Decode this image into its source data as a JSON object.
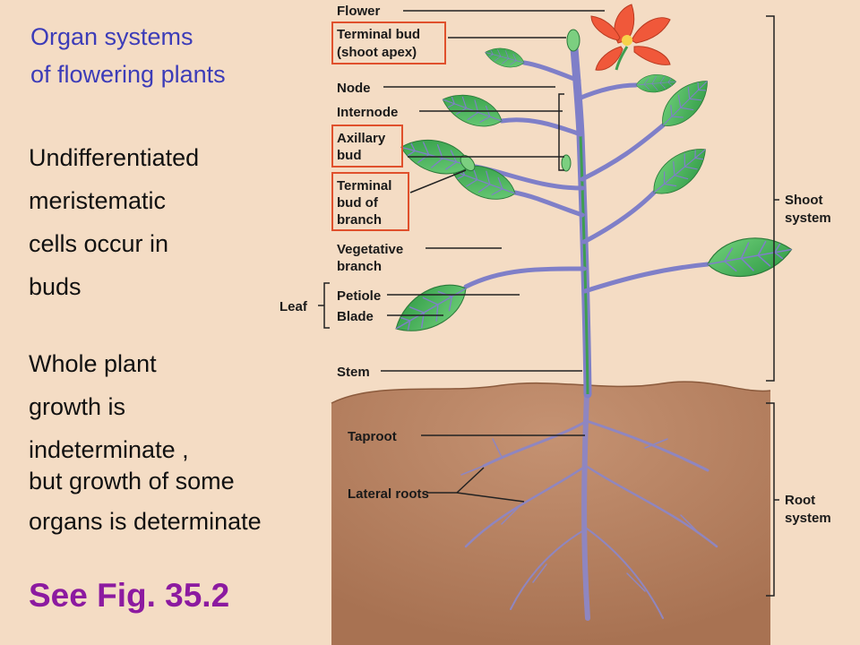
{
  "slide": {
    "title_lines": [
      "Organ systems",
      "of flowering plants"
    ],
    "paragraph1": [
      "Undifferentiated",
      "meristematic",
      "cells occur in",
      "buds"
    ],
    "paragraph2": [
      "Whole plant",
      "growth is",
      "indeterminate ,"
    ],
    "paragraph3": [
      "but growth of some",
      "organs is determinate"
    ],
    "figure_ref": "See Fig. 35.2"
  },
  "diagram": {
    "labels": {
      "flower": "Flower",
      "terminal_bud": [
        "Terminal bud",
        "(shoot apex)"
      ],
      "node": "Node",
      "internode": "Internode",
      "axillary_bud": [
        "Axillary",
        "bud"
      ],
      "terminal_bud_branch": [
        "Terminal",
        "bud of",
        "branch"
      ],
      "vegetative_branch": [
        "Vegetative",
        "branch"
      ],
      "leaf": "Leaf",
      "petiole": "Petiole",
      "blade": "Blade",
      "stem": "Stem",
      "taproot": "Taproot",
      "lateral_roots": "Lateral roots",
      "shoot_system": [
        "Shoot",
        "system"
      ],
      "root_system": [
        "Root",
        "system"
      ]
    },
    "colors": {
      "background": "#f4dcc4",
      "soil": "#b78363",
      "leaf": "#4fb35f",
      "stem": "#7f7fc8",
      "flower": "#f0583a",
      "highlight_box": "#e0502c",
      "title": "#3c3cb8",
      "figure_ref": "#8c1aa0"
    }
  }
}
